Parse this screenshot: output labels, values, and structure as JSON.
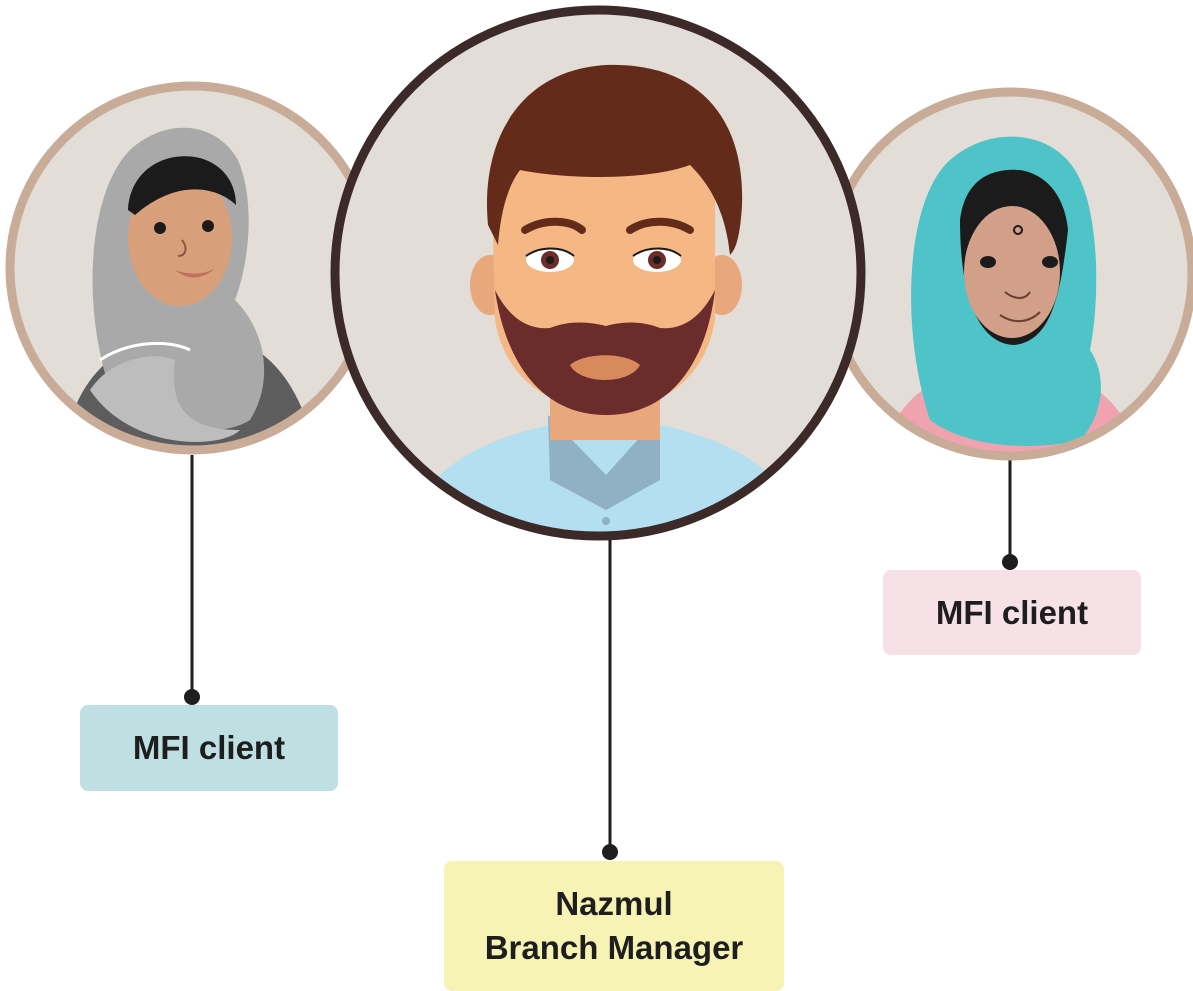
{
  "people": [
    {
      "id": "client-left",
      "caption": "MFI client",
      "accent": "#bfe0e3"
    },
    {
      "id": "manager",
      "caption_line1": "Nazmul",
      "caption_line2": "Branch Manager",
      "accent": "#f7f3b4"
    },
    {
      "id": "client-right",
      "caption": "MFI client",
      "accent": "#f6e2e6"
    }
  ],
  "colors": {
    "ring_clients": "#c8ac98",
    "ring_manager": "#3b2a28",
    "circle_bg": "#e2ddd7",
    "connector": "#1e1e1e"
  }
}
